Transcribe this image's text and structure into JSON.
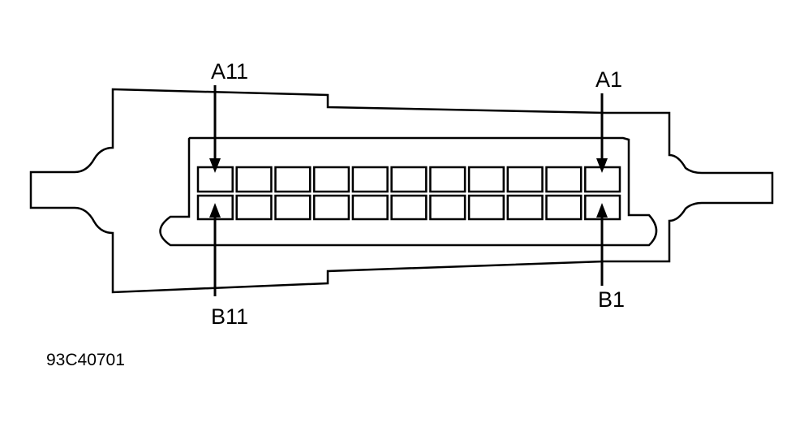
{
  "diagram": {
    "labels": {
      "a11": "A11",
      "a1": "A1",
      "b11": "B11",
      "b1": "B1"
    },
    "figure_id": "93C40701",
    "pins_per_row": 11,
    "rows": [
      "A",
      "B"
    ]
  }
}
